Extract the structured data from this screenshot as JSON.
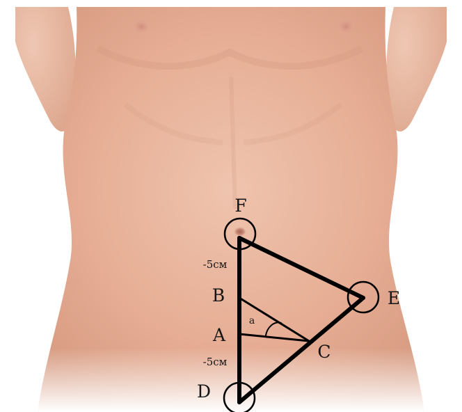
{
  "diagram": {
    "points": {
      "F": "F",
      "B": "B",
      "A": "A",
      "D": "D",
      "E": "E",
      "C": "C"
    },
    "distances": {
      "upper": "-5см",
      "lower": "-5см"
    },
    "angle_label": "a",
    "colors": {
      "lines": "#000000",
      "skin": "#e9b49c",
      "background": "#ffffff"
    }
  }
}
